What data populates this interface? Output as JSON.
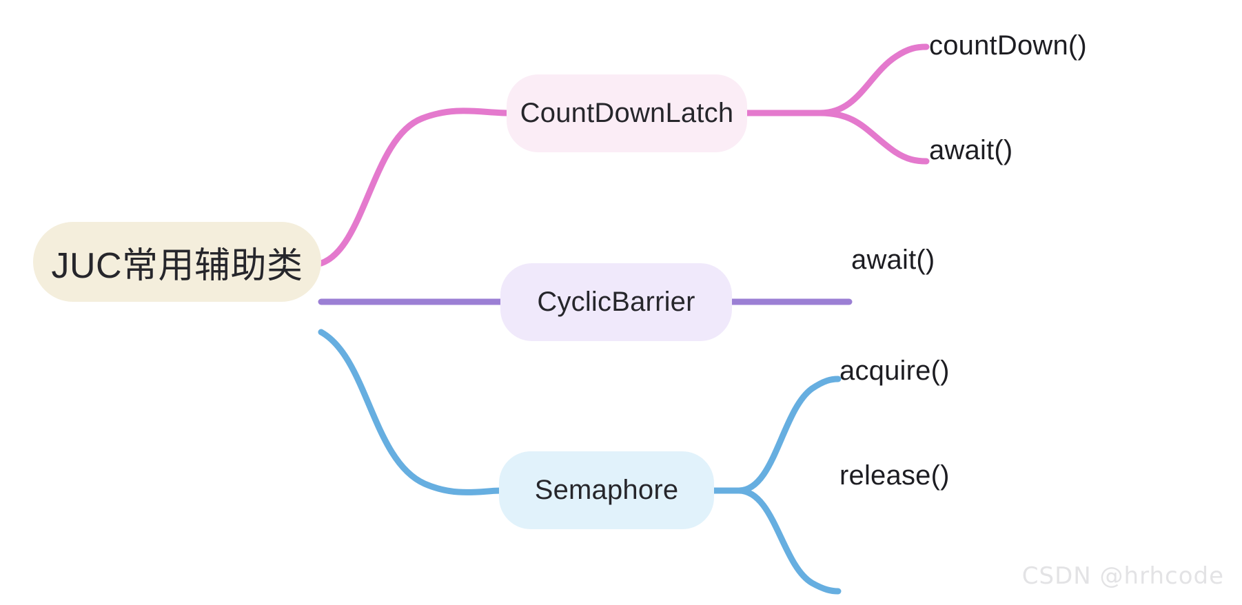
{
  "diagram": {
    "type": "mindmap",
    "orientation": "left-to-right",
    "background": "#ffffff",
    "root": {
      "label": "JUC常用辅助类",
      "fill": "#f4eedc",
      "text_color": "#26262b"
    },
    "branches": [
      {
        "label": "CountDownLatch",
        "fill": "#fbedf6",
        "edge_color": "#e479cd",
        "children": [
          {
            "label": "countDown()"
          },
          {
            "label": "await()"
          }
        ]
      },
      {
        "label": "CyclicBarrier",
        "fill": "#f0e9fb",
        "edge_color": "#9b7fd4",
        "children": [
          {
            "label": "await()"
          }
        ]
      },
      {
        "label": "Semaphore",
        "fill": "#e1f2fb",
        "edge_color": "#66aee0",
        "children": [
          {
            "label": "acquire()"
          },
          {
            "label": "release()"
          }
        ]
      }
    ]
  },
  "watermark": {
    "text": "CSDN @hrhcode",
    "color": "#e3e3e5"
  },
  "colors": {
    "pink_edge": "#e479cd",
    "purple_edge": "#9b7fd4",
    "blue_edge": "#66aee0",
    "root_fill": "#f4eedc",
    "cdl_fill": "#fbedf6",
    "cb_fill": "#f0e9fb",
    "sem_fill": "#e1f2fb"
  }
}
